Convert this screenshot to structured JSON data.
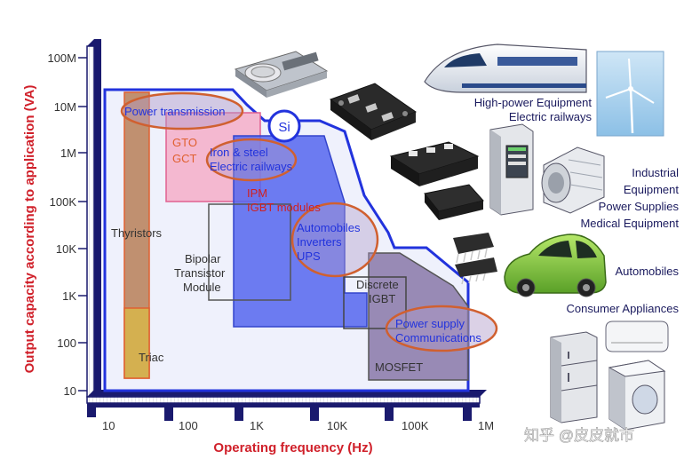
{
  "axes": {
    "y_title": "Output capacity according to application (VA)",
    "x_title": "Operating frequency (Hz)",
    "y_ticks": [
      "100M",
      "10M",
      "1M",
      "100K",
      "10K",
      "1K",
      "100",
      "10"
    ],
    "x_ticks": [
      "10",
      "100",
      "1K",
      "10K",
      "100K",
      "1M"
    ]
  },
  "regions": {
    "si": "Si",
    "thyristors": "Thyristors",
    "triac": "Triac",
    "gto_line1": "GTO",
    "gto_line2": "GCT",
    "ipm_line1": "IPM",
    "ipm_line2": "IGBT modules",
    "bipolar_line1": "Bipolar",
    "bipolar_line2": "Transistor",
    "bipolar_line3": "Module",
    "discrete_line1": "Discrete",
    "discrete_line2": "IGBT",
    "mosfet": "MOSFET"
  },
  "applications_inside": {
    "power_transmission": "Power transmission",
    "iron_line1": "Iron & steel",
    "iron_line2": "Electric railways",
    "auto_line1": "Automobiles",
    "auto_line2": "Inverters",
    "auto_line3": "UPS",
    "psu_line1": "Power supply",
    "psu_line2": "Communications"
  },
  "applications_right": {
    "high_power_line1": "High-power Equipment",
    "high_power_line2": "Electric railways",
    "industrial_line1": "Industrial",
    "industrial_line2": "Equipment",
    "industrial_line3": "Power Supplies",
    "industrial_line4": "Medical Equipment",
    "automobiles": "Automobiles",
    "consumer": "Consumer Appliances"
  },
  "watermark": "知乎 @皮皮就市",
  "colors": {
    "axis_navy": "#1a1a6e",
    "axis_title_red": "#d0202a",
    "si_blue": "#3344ee",
    "ellipse_stroke": "#d06030",
    "thyristor_fill": "#c09070",
    "triac_fill": "#d4b050",
    "gto_fill": "#f4b8d0",
    "ipm_fill": "#5566ee",
    "mosfet_fill": "#8878a8"
  }
}
